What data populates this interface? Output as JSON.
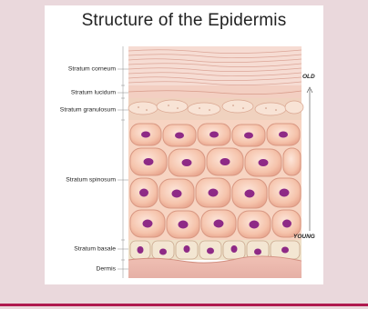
{
  "title": "Structure of the Epidermis",
  "layers": [
    {
      "label": "Stratum corneum"
    },
    {
      "label": "Stratum lucidum"
    },
    {
      "label": "Stratum granulosum"
    },
    {
      "label": "Stratum spinosum"
    },
    {
      "label": "Stratum basale"
    },
    {
      "label": "Dermis"
    }
  ],
  "age_axis": {
    "top": "OLD",
    "bottom": "YOUNG"
  },
  "colors": {
    "background": "#ead8dc",
    "accent_rule": "#b01a4f",
    "nucleus": "#8e2a86",
    "cell": "#f6c9b2",
    "corneum": "#f4d6cc"
  }
}
